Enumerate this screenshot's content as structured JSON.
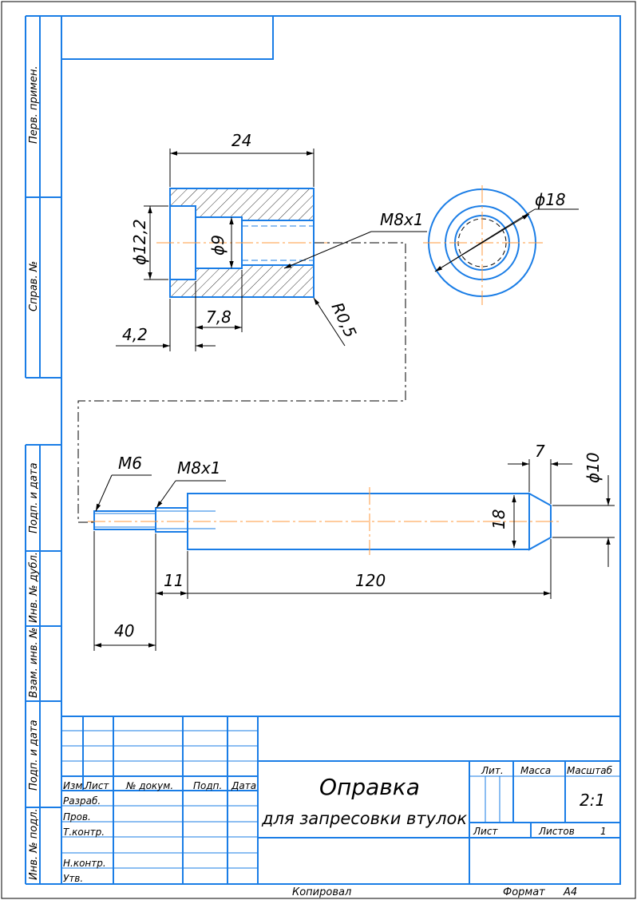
{
  "side_labels": {
    "perv_primen": "Перв. примен.",
    "sprav_no": "Справ. №",
    "podp_data_1": "Подп. и дата",
    "inv_dubl": "Инв. № дубл.",
    "vzam_inv": "Взам. инв. №",
    "podp_data_2": "Подп. и дата",
    "inv_podl": "Инв. № подл."
  },
  "dimensions": {
    "d24": "24",
    "d12_2": "ϕ12,2",
    "d9": "ϕ9",
    "m8x1_top": "M8x1",
    "d7_8": "7,8",
    "d4_2": "4,2",
    "r0_5": "R0,5",
    "d18_circle": "ϕ18",
    "m6": "M6",
    "m8x1_bottom": "M8x1",
    "d7": "7",
    "d10": "ϕ10",
    "d18_shaft": "18",
    "d11": "11",
    "d120": "120",
    "d40": "40"
  },
  "title_block": {
    "col_izm": "Изм.",
    "col_list": "Лист",
    "col_dokum": "№ докум.",
    "col_podp": "Подп.",
    "col_data": "Дата",
    "razrab": "Разраб.",
    "prov": "Пров.",
    "tkontr": "Т.контр.",
    "nkontr": "Н.контр.",
    "utv": "Утв.",
    "title_line1": "Оправка",
    "title_line2": "для запресовки втулок",
    "lit": "Лит.",
    "massa": "Масса",
    "masshtab": "Масштаб",
    "scale": "2:1",
    "list": "Лист",
    "listov": "Листов",
    "listov_value": "1"
  },
  "footer": {
    "kopiroval": "Копировал",
    "format": "Формат",
    "format_value": "A4"
  },
  "colors": {
    "frame": "#1a7de6",
    "centerline": "#ff9a3c",
    "part": "#1a7de6",
    "dimension": "#000000",
    "background": "#ffffff"
  }
}
